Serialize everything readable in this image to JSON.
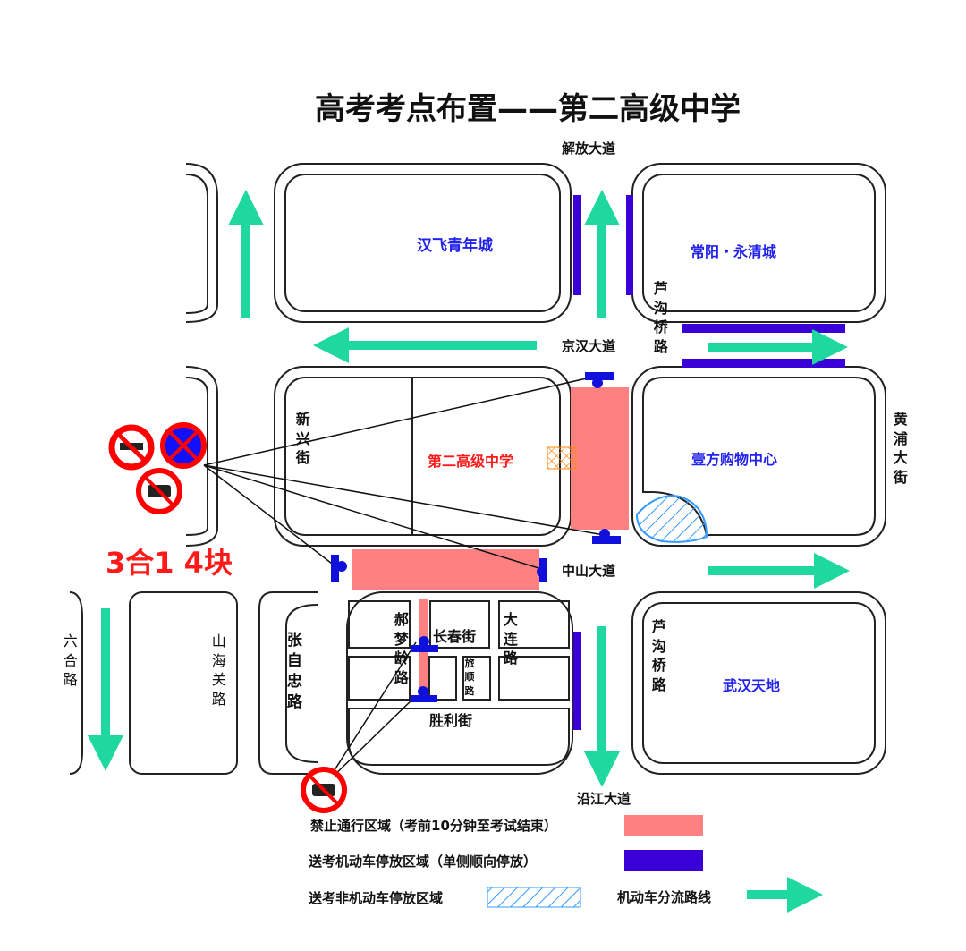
{
  "title": "高考考点布置——第二高级中学",
  "roads": {
    "jiefang": "解放大道",
    "jinghan": "京汉大道",
    "lugouqiao_top": "芦沟桥路",
    "lugouqiao_bottom": "芦沟桥路",
    "huangpu": "黄浦大街",
    "xinxing": "新兴街",
    "zhongshan": "中山大道",
    "liuhe": "六合路",
    "shanhaiguan": "山海关路",
    "zhangzizhong": "张自忠路",
    "haomengling": "郝梦龄路",
    "changchun": "长春街",
    "dalian": "大连路",
    "lvshun": "旅顺路",
    "shengli": "胜利街",
    "yanjiang": "沿江大道"
  },
  "places": {
    "hanfei": "汉飞青年城",
    "changyang": "常阳・永清城",
    "school": "第二高级中学",
    "yifang": "壹方购物中心",
    "wuhan_tiandi": "武汉天地"
  },
  "signs_note": "3合1 4块",
  "legend": {
    "no_traffic": "禁止通行区域（考前10分钟至考试结束）",
    "motor_parking": "送考机动车停放区域（单侧顺向停放）",
    "nonmotor_parking": "送考非机动车停放区域",
    "diversion": "机动车分流路线"
  },
  "colors": {
    "no_traffic": "#ff8080",
    "parking": "#3a00d8",
    "arrow": "#1ed8a0",
    "hatch": "#3399ff",
    "sign_red": "#ff0000"
  }
}
